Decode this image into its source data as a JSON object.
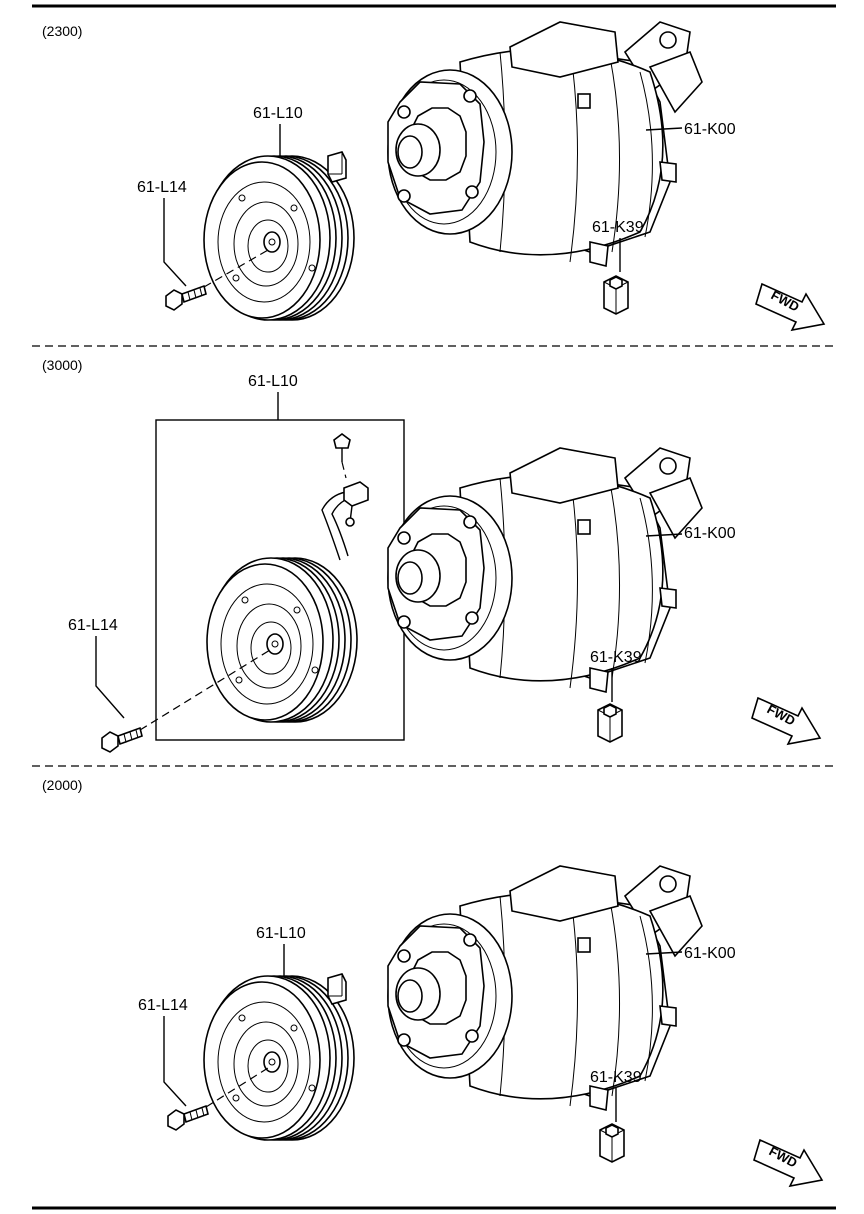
{
  "sections": [
    {
      "engine": "(2300)",
      "labels": {
        "clutch": "61-L10",
        "bolt": "61-L14",
        "compressor": "61-K00",
        "cap": "61-K39"
      },
      "fwd": "FWD"
    },
    {
      "engine": "(3000)",
      "labels": {
        "clutch": "61-L10",
        "bolt": "61-L14",
        "compressor": "61-K00",
        "cap": "61-K39"
      },
      "fwd": "FWD"
    },
    {
      "engine": "(2000)",
      "labels": {
        "clutch": "61-L10",
        "bolt": "61-L14",
        "compressor": "61-K00",
        "cap": "61-K39"
      },
      "fwd": "FWD"
    }
  ]
}
